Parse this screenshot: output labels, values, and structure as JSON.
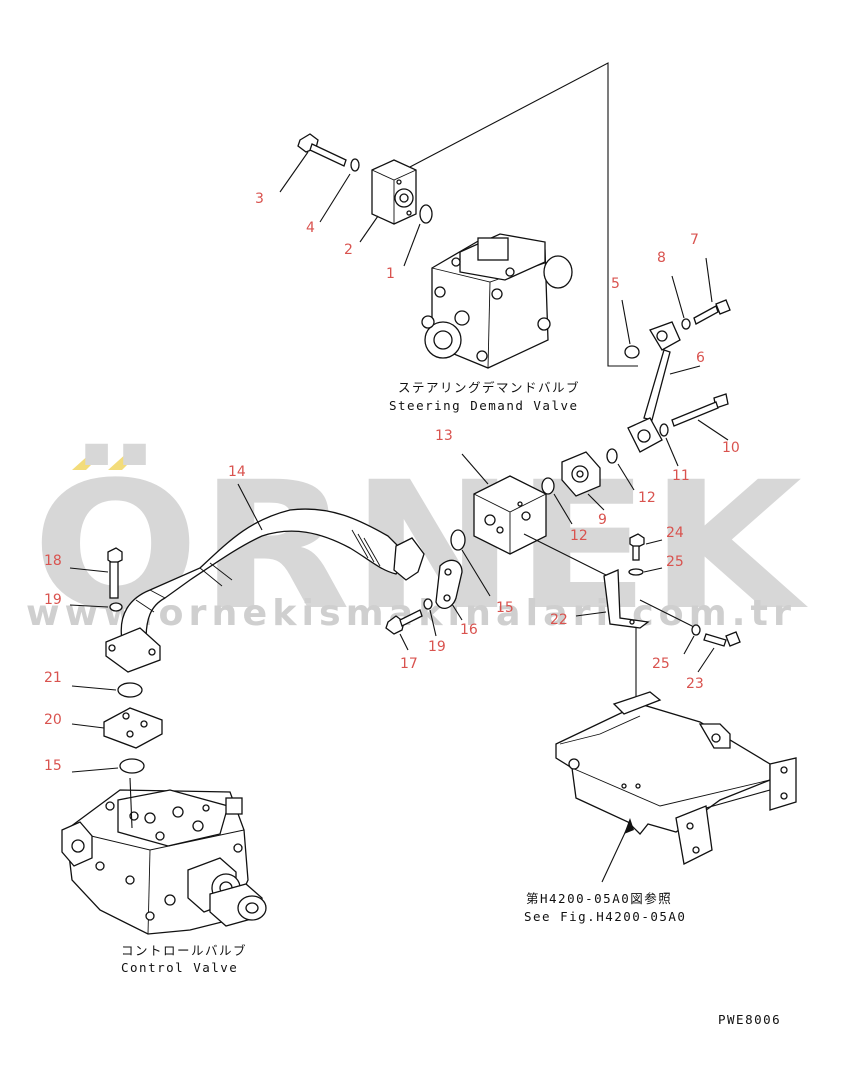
{
  "watermark": {
    "brand": "ÖRNEK",
    "url": "www.ornekismakinalari.com.tr",
    "accent_color": "#f3dc7a",
    "text_color": "#d7d7d7"
  },
  "captions": {
    "steering_jp": "ステアリングデマンドバルブ",
    "steering_en": "Steering Demand Valve",
    "control_jp": "コントロールバルブ",
    "control_en": "Control Valve",
    "seefig_jp": "第H4200-05A0図参照",
    "seefig_en": "See Fig.H4200-05A0"
  },
  "drawing_code": "PWE8006",
  "part_numbers": {
    "p1": "1",
    "p2": "2",
    "p3": "3",
    "p4": "4",
    "p5": "5",
    "p6": "6",
    "p7": "7",
    "p8": "8",
    "p9": "9",
    "p10": "10",
    "p11": "11",
    "p12a": "12",
    "p12b": "12",
    "p13": "13",
    "p14": "14",
    "p15a": "15",
    "p15b": "15",
    "p16": "16",
    "p17": "17",
    "p18": "18",
    "p19a": "19",
    "p19b": "19",
    "p20": "20",
    "p21": "21",
    "p22": "22",
    "p23": "23",
    "p24": "24",
    "p25a": "25",
    "p25b": "25"
  },
  "colors": {
    "label": "#d9534f",
    "line": "#111111"
  }
}
